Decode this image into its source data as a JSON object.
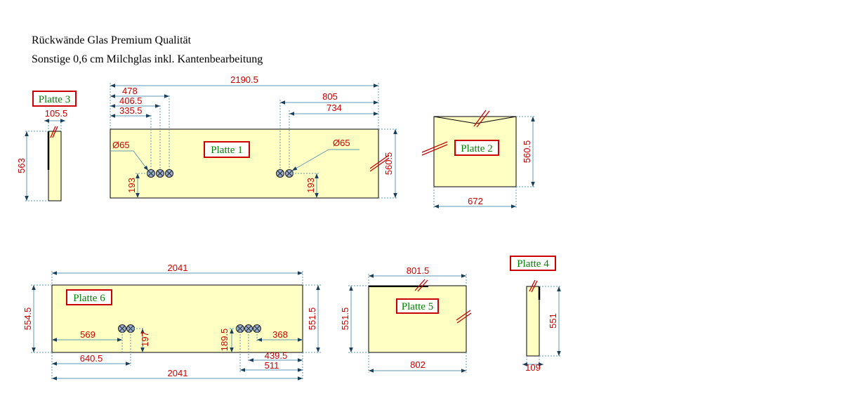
{
  "header": {
    "line1": "Rückwände Glas Premium Qualität",
    "line2": "Sonstige 0,6 cm Milchglas inkl. Kantenbearbeitung"
  },
  "colors": {
    "panel_fill": "#ffffc4",
    "dimension_text": "#cc0000",
    "dimension_line": "#5f9ab4",
    "label_text": "#008000",
    "label_border": "#cc0000"
  },
  "panels": {
    "p1": {
      "label": "Platte 1",
      "width": "2190.5",
      "height": "560.5",
      "hole_dia_left": "Ø65",
      "hole_dia_right": "Ø65",
      "left_dims": [
        "478",
        "406.5",
        "335.5"
      ],
      "right_dims": [
        "805",
        "734"
      ],
      "hole_height_left": "193",
      "hole_height_right": "193"
    },
    "p2": {
      "label": "Platte 2",
      "width": "672",
      "height": "560.5"
    },
    "p3": {
      "label": "Platte 3",
      "width": "105.5",
      "height": "563"
    },
    "p4": {
      "label": "Platte 4",
      "width": "109",
      "height": "551"
    },
    "p5": {
      "label": "Platte 5",
      "width_top": "801.5",
      "width_bottom": "802",
      "height": "551.5"
    },
    "p6": {
      "label": "Platte 6",
      "width_top": "2041",
      "width_bottom": "2041",
      "height_left": "554.5",
      "height_right": "551.5",
      "dim_569": "569",
      "dim_640_5": "640.5",
      "dim_197": "197",
      "dim_189_5": "189.5",
      "dim_368": "368",
      "dim_439_5": "439.5",
      "dim_511": "511"
    }
  }
}
